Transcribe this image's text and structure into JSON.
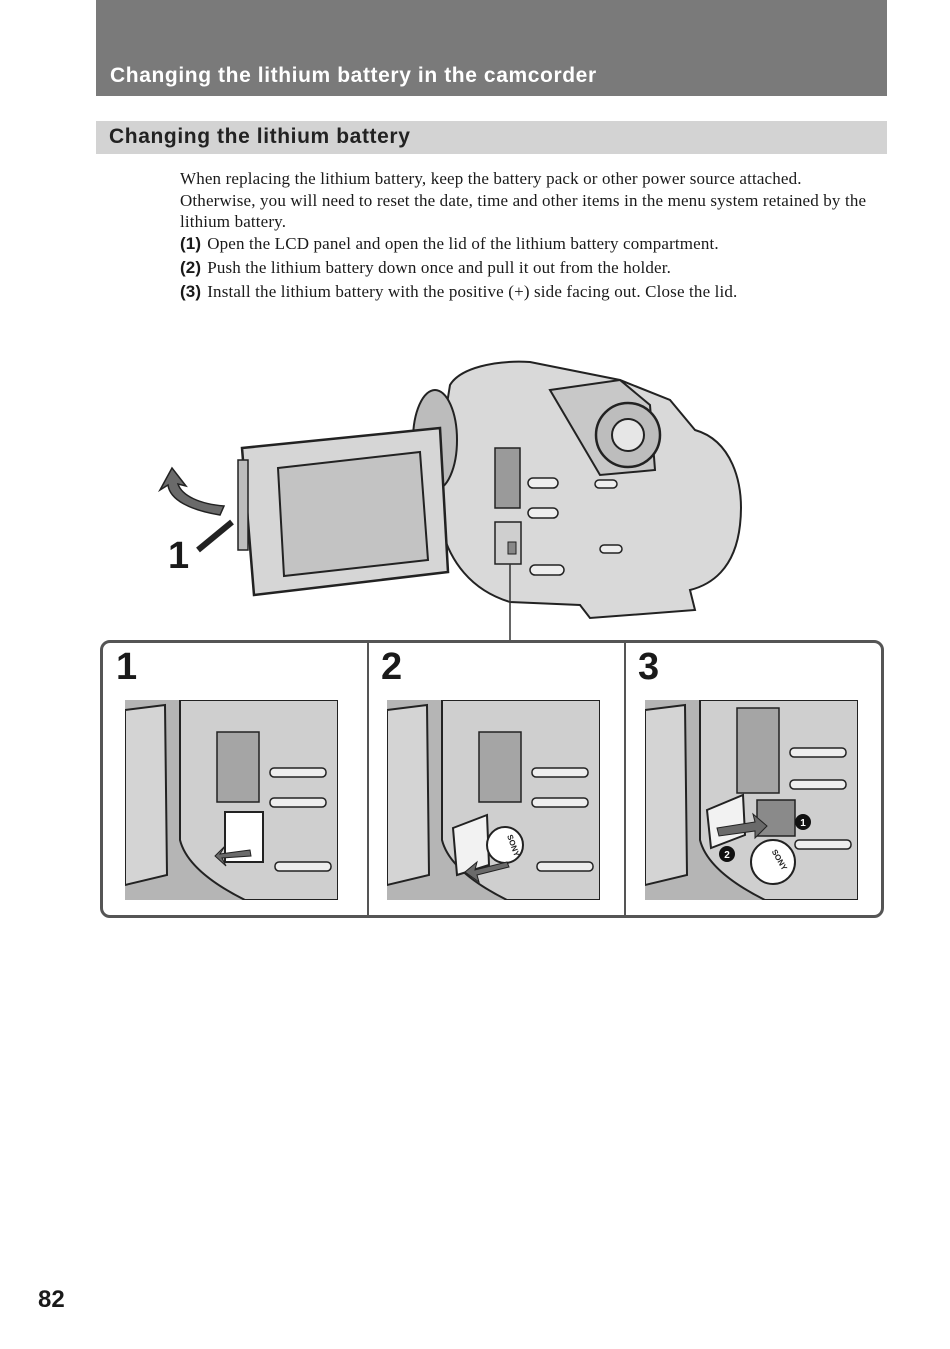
{
  "header": {
    "title": "Changing the lithium battery in the camcorder"
  },
  "section": {
    "title": "Changing the lithium battery",
    "intro": "When replacing the lithium battery, keep the battery pack or other power source attached. Otherwise, you will need to reset the date, time and other items in the menu system retained by the lithium battery.",
    "steps": [
      {
        "number": "(1)",
        "text": "Open the LCD panel and open the lid of the lithium battery compartment."
      },
      {
        "number": "(2)",
        "text": "Push the lithium battery down once and pull it out from the holder."
      },
      {
        "number": "(3)",
        "text": "Install the lithium battery with the positive (+) side facing out. Close the lid."
      }
    ]
  },
  "illustration": {
    "callout": "1",
    "panels": [
      {
        "number": "1"
      },
      {
        "number": "2",
        "battery_mark": "SONY"
      },
      {
        "number": "3",
        "marker_1": "1",
        "marker_2": "2",
        "battery_mark": "SONY"
      }
    ]
  },
  "footer": {
    "page_number": "82"
  }
}
